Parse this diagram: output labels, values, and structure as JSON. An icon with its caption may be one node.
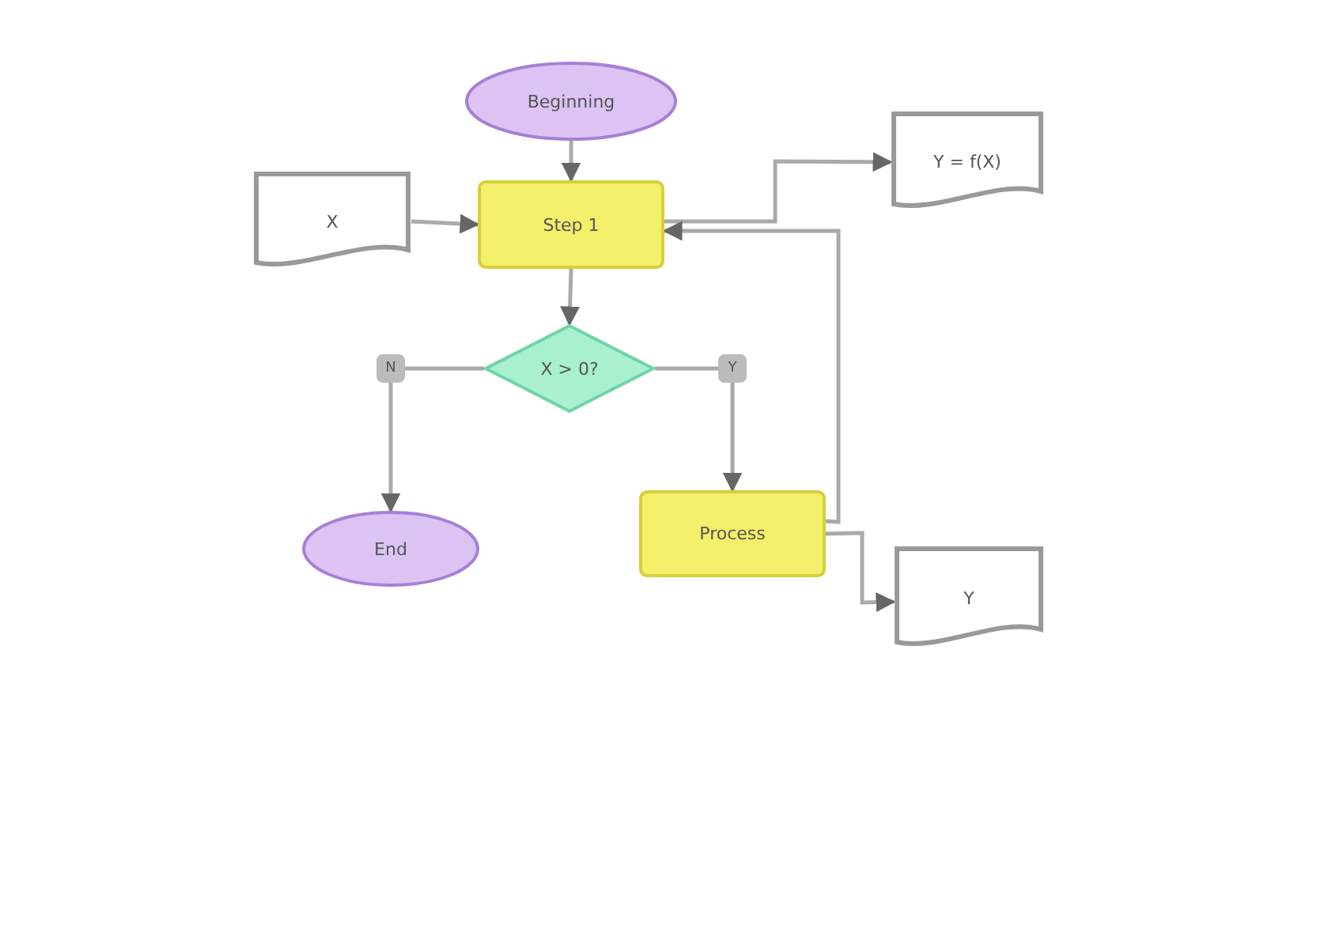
{
  "diagram": {
    "nodes": [
      {
        "text": [
          "Beginning"
        ]
      },
      {
        "text": [
          "X"
        ]
      },
      {
        "text": [
          "Step 1"
        ]
      },
      {
        "text": [
          "Y = f(X)"
        ]
      },
      {
        "text": [
          "X > 0?"
        ]
      },
      {
        "text": [
          "End"
        ]
      },
      {
        "text": [
          "Process"
        ]
      },
      {
        "text": [
          "Y"
        ]
      }
    ],
    "edges": [
      {
        "from": 0,
        "to": 2,
        "arrow": "to"
      },
      {
        "from": 1,
        "to": 2,
        "arrow": "to"
      },
      {
        "from": 2,
        "to": 3,
        "arrow": "to"
      },
      {
        "from": 2,
        "to": 4,
        "arrow": "to"
      },
      {
        "from": 4,
        "to": 5,
        "arrow": "to",
        "label": "N"
      },
      {
        "from": 4,
        "to": 6,
        "arrow": "to",
        "label": "Y"
      },
      {
        "from": 6,
        "to": 7,
        "arrow": "to"
      },
      {
        "from": 6,
        "to": 2,
        "arrow": "to"
      }
    ]
  }
}
